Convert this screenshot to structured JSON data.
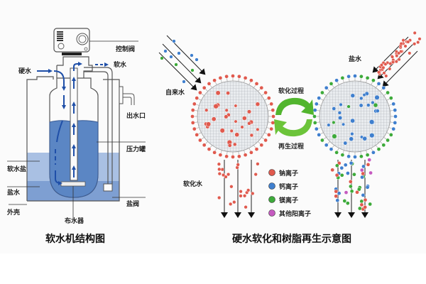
{
  "left_diagram": {
    "title": "软水机结构图",
    "labels": {
      "control_valve": "控制阀",
      "hard_water": "硬水",
      "soft_water": "软水",
      "outlet": "出水口",
      "pressure_tank": "压力罐",
      "softener_salt": "软水盐",
      "brine": "盐水",
      "shell": "外壳",
      "distributor": "布水器",
      "brine_valve": "盐阀"
    }
  },
  "right_diagram": {
    "title": "硬水软化和树脂再生示意图",
    "labels": {
      "tap_water": "自来水",
      "brine": "盐水",
      "softening_process": "软化过程",
      "regeneration_process": "再生过程",
      "softened_water": "软化水"
    },
    "legend": [
      {
        "label": "钠离子",
        "color": "#e05a4e"
      },
      {
        "label": "钙离子",
        "color": "#3f7fce"
      },
      {
        "label": "镁离子",
        "color": "#3daa3a"
      },
      {
        "label": "其他阳离子",
        "color": "#c55ac0"
      }
    ]
  },
  "colors": {
    "water_dark": "#5b86c4",
    "water_light": "#a9c0e3",
    "flow_arrow": "#1f4fa8",
    "cycle_arrow": "#52b52e"
  }
}
